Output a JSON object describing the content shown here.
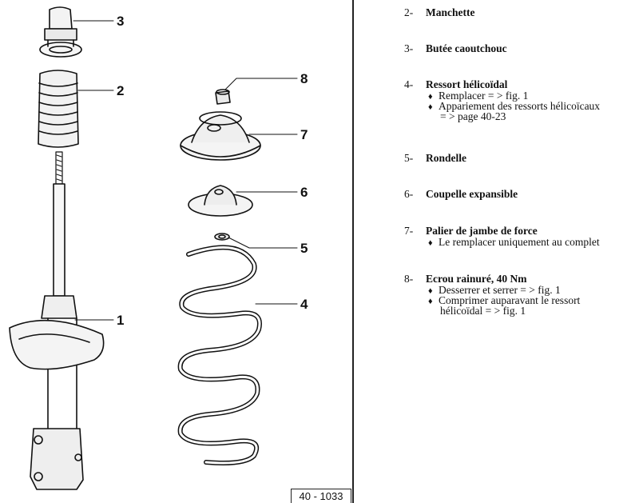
{
  "figure_ref": "40 - 1033",
  "callouts": [
    "3",
    "2",
    "8",
    "7",
    "6",
    "5",
    "4",
    "1"
  ],
  "legend": [
    {
      "num": "2-",
      "title": "Manchette",
      "subs": []
    },
    {
      "num": "3-",
      "title": "Butée caoutchouc",
      "subs": []
    },
    {
      "num": "4-",
      "title": "Ressort hélicoïdal",
      "subs": [
        {
          "text": "Remplacer = > fig. 1"
        },
        {
          "text": "Appariement des ressorts hélicoïcaux",
          "cont": "= > page 40-23"
        }
      ]
    },
    {
      "num": "5-",
      "title": "Rondelle",
      "subs": []
    },
    {
      "num": "6-",
      "title": "Coupelle expansible",
      "subs": []
    },
    {
      "num": "7-",
      "title": "Palier de jambe de force",
      "subs": [
        {
          "text": "Le remplacer uniquement au complet"
        }
      ]
    },
    {
      "num": "8-",
      "title": "Ecrou rainuré, 40 Nm",
      "subs": [
        {
          "text": "Desserrer et serrer = > fig. 1"
        },
        {
          "text": "Comprimer auparavant le ressort",
          "cont": "hélicoïdal = > fig. 1"
        }
      ]
    }
  ],
  "bullet_glyph": "♦"
}
